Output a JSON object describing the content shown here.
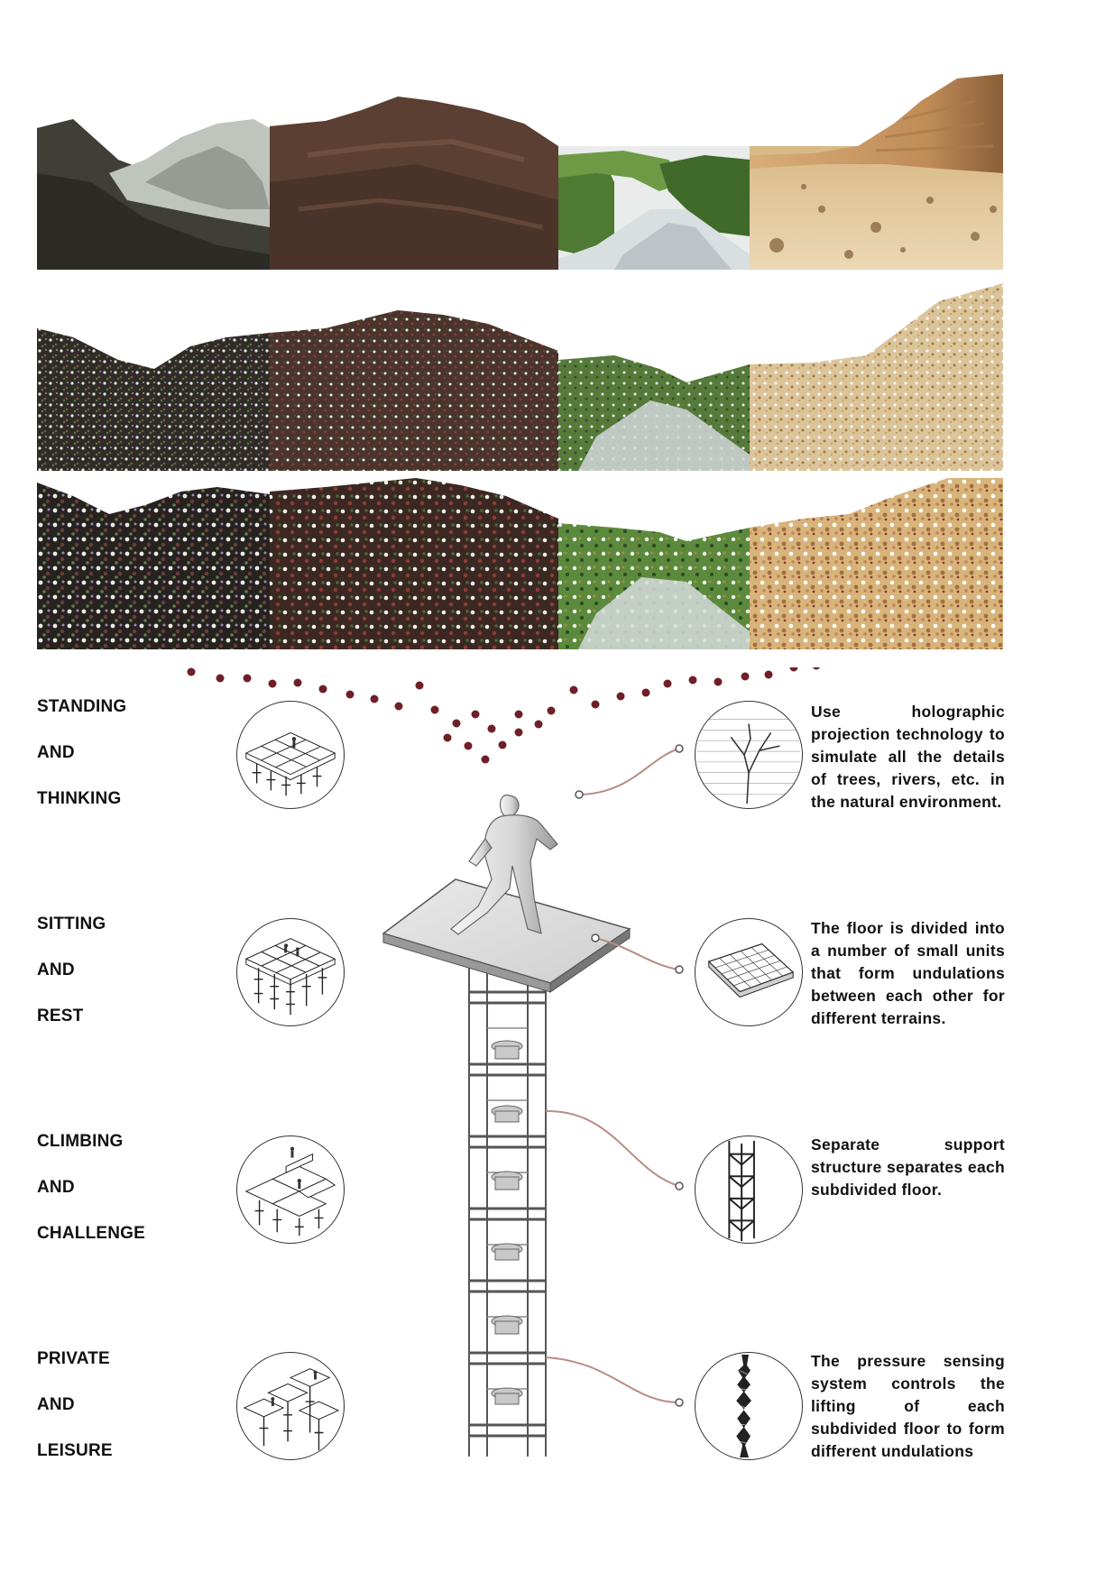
{
  "modes": [
    {
      "line1": "STANDING",
      "line2": "AND",
      "line3": "THINKING"
    },
    {
      "line1": "SITTING",
      "line2": "AND",
      "line3": "REST"
    },
    {
      "line1": "CLIMBING",
      "line2": "AND",
      "line3": "CHALLENGE"
    },
    {
      "line1": "PRIVATE",
      "line2": "AND",
      "line3": "LEISURE"
    }
  ],
  "descriptions": [
    "Use holographic projection technology to simulate all the details of trees, rivers, etc. in the natural environment.",
    "The floor is divided into a number of small units that form undulations between each other for different terrains.",
    "Separate support structure separates each subdivided floor.",
    "The pressure sensing system controls the lifting of each subdivided floor to form different undulations"
  ],
  "colors": {
    "projection_dots": "#6e1f27",
    "leader_line": "#b98b86",
    "mountain_dark": "#3b3a34",
    "mountain_snow": "#c9cdc6",
    "soil": "#5b4033",
    "grass": "#5d8a3a",
    "river": "#d4d9dc",
    "desert": "#e3c79a",
    "cliff": "#c99a63"
  },
  "icons": {
    "band1": "landscape-photo-strip",
    "band2": "pixelated-landscape-strip",
    "band3": "projected-landscape-strip",
    "tower": "support-tower",
    "figure": "walking-person-figure"
  }
}
